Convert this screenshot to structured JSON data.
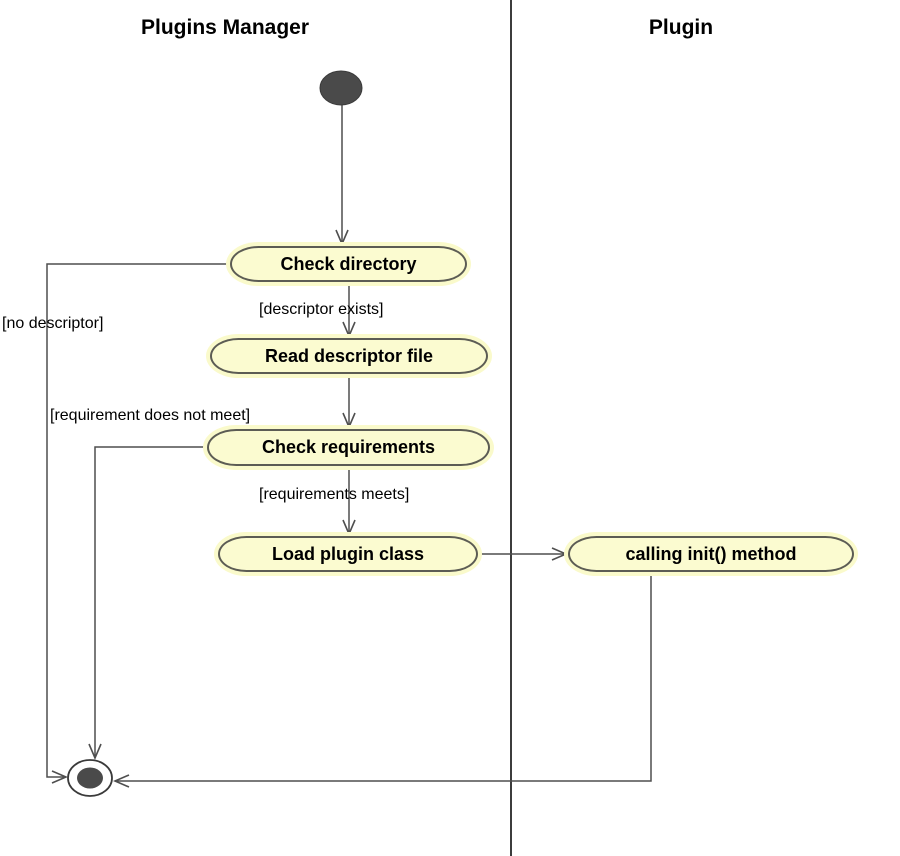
{
  "lanes": [
    {
      "title": "Plugins Manager"
    },
    {
      "title": "Plugin"
    }
  ],
  "activities": [
    {
      "label": "Check directory"
    },
    {
      "label": "Read descriptor file"
    },
    {
      "label": "Check requirements"
    },
    {
      "label": "Load plugin class"
    },
    {
      "label": "calling init() method"
    }
  ],
  "guards": [
    {
      "label": "[no descriptor]"
    },
    {
      "label": "[descriptor exists]"
    },
    {
      "label": "[requirement does not meet]"
    },
    {
      "label": "[requirements meets]"
    }
  ],
  "colors": {
    "activity_fill": "#FBFBD0",
    "activity_halo": "#FAFACB",
    "activity_border": "#5C5C54",
    "edge": "#4F4F4F",
    "state_fill": "#4A4A4A",
    "separator": "#3C3C3C",
    "text": "#000000",
    "background": "#FFFFFF"
  }
}
